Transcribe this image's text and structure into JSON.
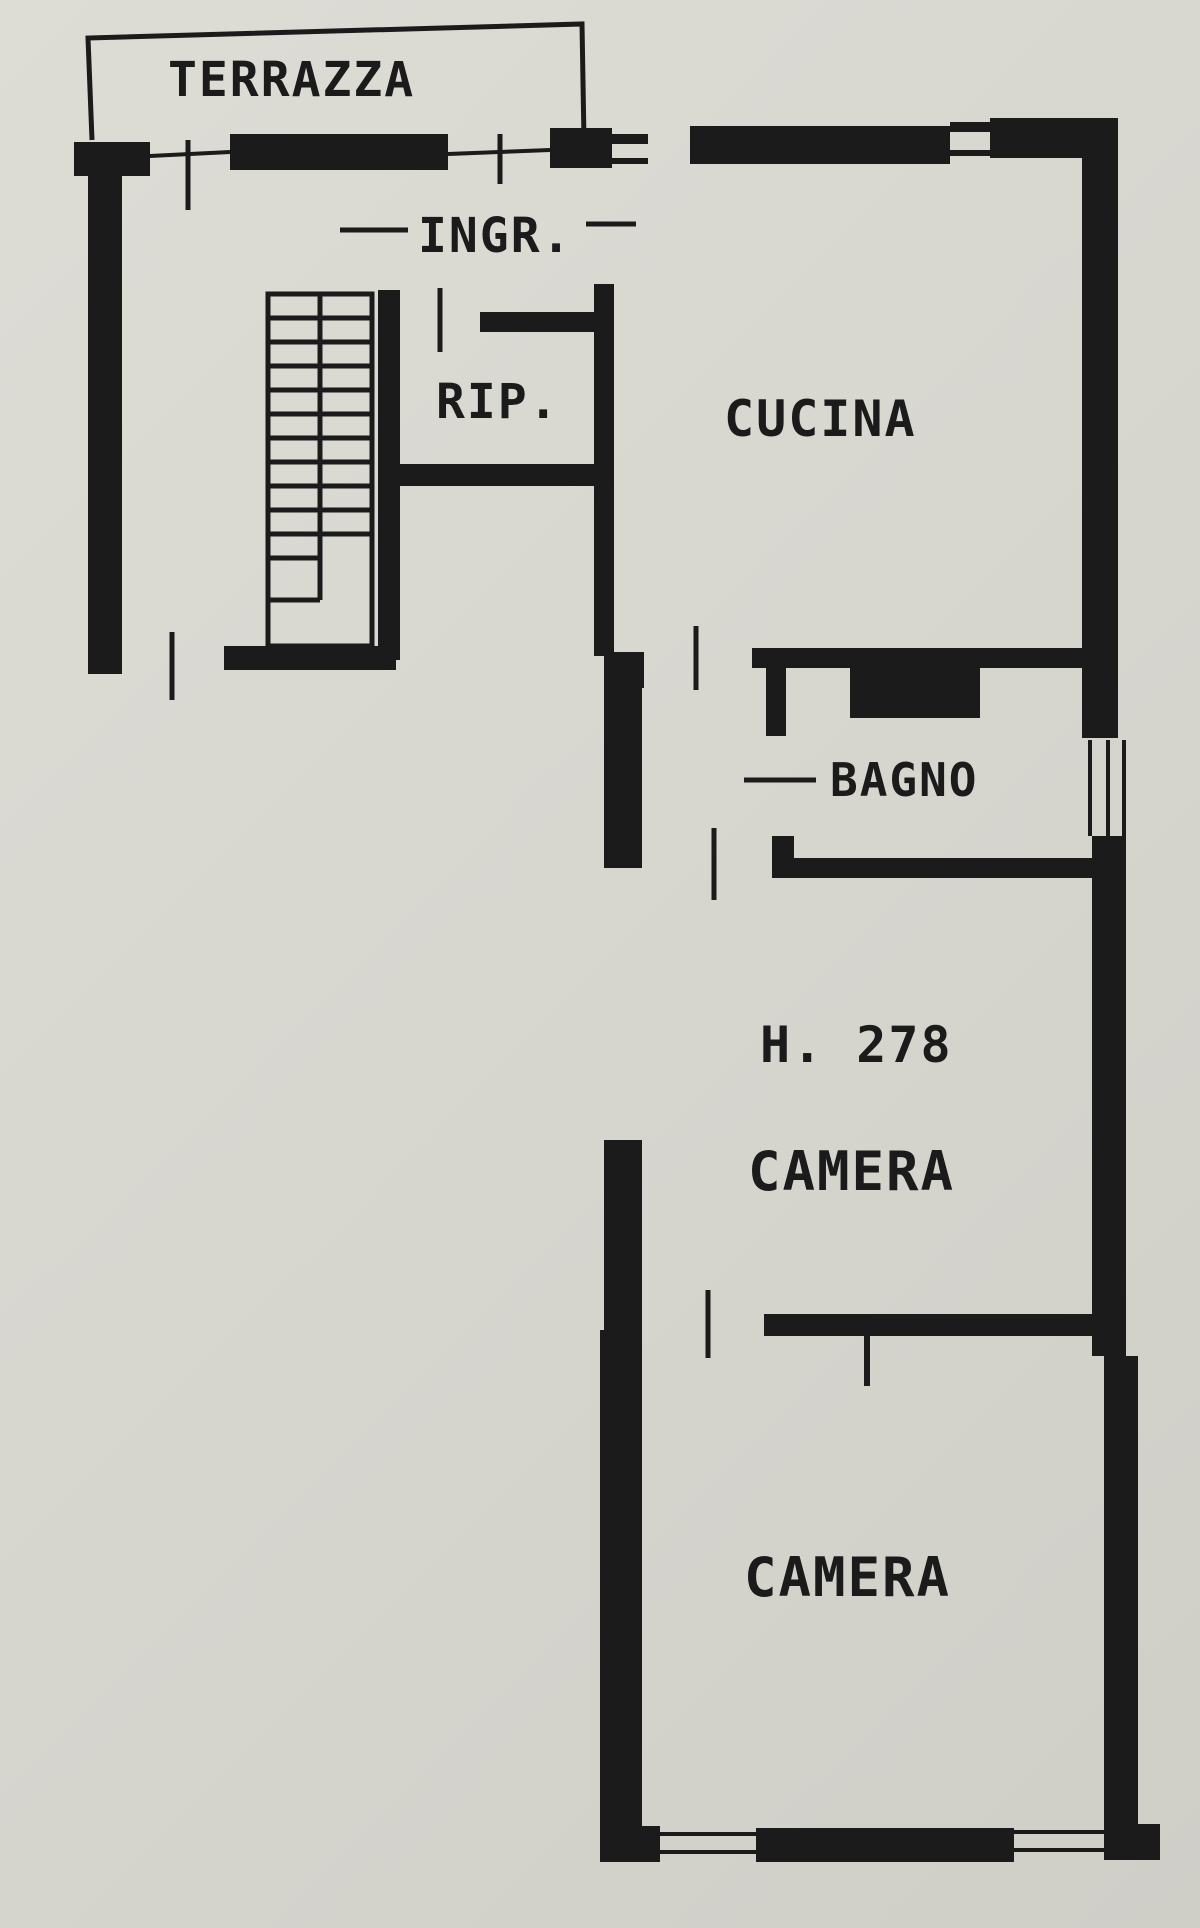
{
  "plan": {
    "rooms": {
      "terrace": "TERRAZZA",
      "entrance": "INGR.",
      "storage": "RIP.",
      "kitchen": "CUCINA",
      "bathroom": "BAGNO",
      "ceiling_height": "H. 278",
      "bedroom_1": "CAMERA",
      "bedroom_2": "CAMERA"
    },
    "colors": {
      "wall": "#1b1b1b",
      "paper": "#d9d8d1"
    }
  }
}
